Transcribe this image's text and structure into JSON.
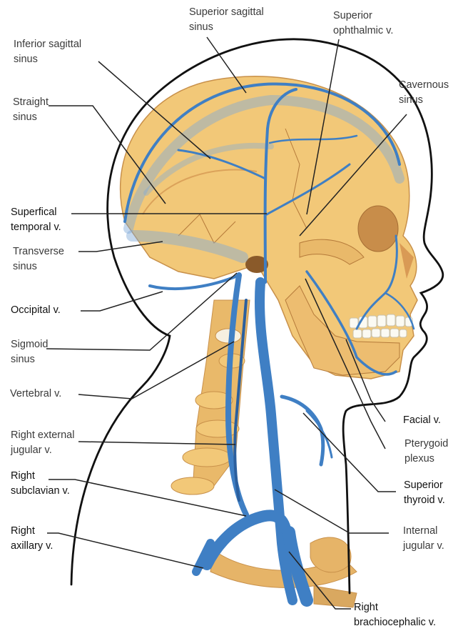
{
  "labels": {
    "superior_sagittal_sinus": [
      "Superior sagittal",
      "sinus"
    ],
    "superior_ophthalmic_v": [
      "Superior",
      "ophthalmic v."
    ],
    "inferior_sagittal_sinus": [
      "Inferior sagittal",
      "sinus"
    ],
    "cavernous_sinus": [
      "Cavernous",
      "sinus"
    ],
    "straight_sinus": [
      "Straight",
      "sinus"
    ],
    "superficial_temporal_v": [
      "Superfical",
      "temporal v."
    ],
    "transverse_sinus": [
      "Transverse",
      "sinus"
    ],
    "occipital_v": [
      "Occipital v."
    ],
    "sigmoid_sinus": [
      "Sigmoid",
      "sinus"
    ],
    "vertebral_v": [
      "Vertebral v."
    ],
    "facial_v": [
      "Facial v."
    ],
    "right_external_jugular_v": [
      "Right external",
      "jugular v."
    ],
    "pterygoid_plexus": [
      "Pterygoid",
      "plexus"
    ],
    "right_subclavian_v": [
      "Right",
      "subclavian v."
    ],
    "superior_thyroid_v": [
      "Superior",
      "thyroid v."
    ],
    "right_axillary_v": [
      "Right",
      "axillary v."
    ],
    "internal_jugular_v": [
      "Internal",
      "jugular v."
    ],
    "right_brachiocephalic_v": [
      "Right",
      "brachiocephalic v."
    ]
  },
  "colors": {
    "bone": "#f2c878",
    "bone_shadow": "#dba25a",
    "vein": "#3f7fc4",
    "vein_dark": "#2b5f9e",
    "outline": "#111111",
    "leader": "#222222"
  }
}
